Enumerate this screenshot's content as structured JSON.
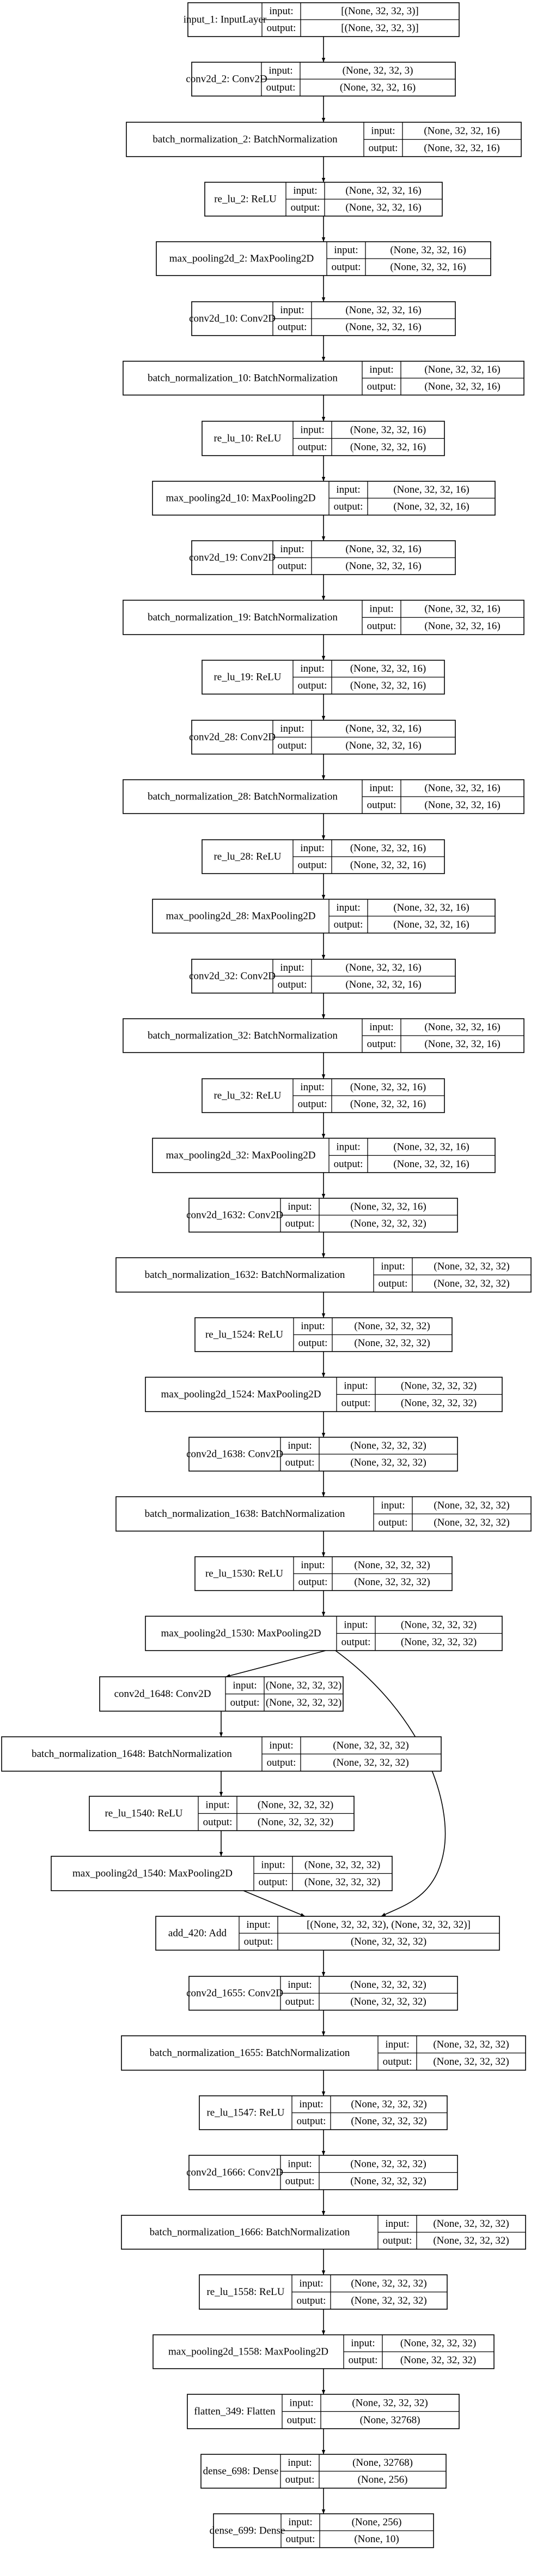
{
  "chart_data": {
    "type": "diagram",
    "nodes": [
      {
        "id": "n0",
        "name": "input_1: InputLayer",
        "input": "[(None, 32, 32, 3)]",
        "output": "[(None, 32, 32, 3)]"
      },
      {
        "id": "n1",
        "name": "conv2d_2: Conv2D",
        "input": "(None, 32, 32, 3)",
        "output": "(None, 32, 32, 16)"
      },
      {
        "id": "n2",
        "name": "batch_normalization_2: BatchNormalization",
        "input": "(None, 32, 32, 16)",
        "output": "(None, 32, 32, 16)"
      },
      {
        "id": "n3",
        "name": "re_lu_2: ReLU",
        "input": "(None, 32, 32, 16)",
        "output": "(None, 32, 32, 16)"
      },
      {
        "id": "n4",
        "name": "max_pooling2d_2: MaxPooling2D",
        "input": "(None, 32, 32, 16)",
        "output": "(None, 32, 32, 16)"
      },
      {
        "id": "n5",
        "name": "conv2d_10: Conv2D",
        "input": "(None, 32, 32, 16)",
        "output": "(None, 32, 32, 16)"
      },
      {
        "id": "n6",
        "name": "batch_normalization_10: BatchNormalization",
        "input": "(None, 32, 32, 16)",
        "output": "(None, 32, 32, 16)"
      },
      {
        "id": "n7",
        "name": "re_lu_10: ReLU",
        "input": "(None, 32, 32, 16)",
        "output": "(None, 32, 32, 16)"
      },
      {
        "id": "n8",
        "name": "max_pooling2d_10: MaxPooling2D",
        "input": "(None, 32, 32, 16)",
        "output": "(None, 32, 32, 16)"
      },
      {
        "id": "n9",
        "name": "conv2d_19: Conv2D",
        "input": "(None, 32, 32, 16)",
        "output": "(None, 32, 32, 16)"
      },
      {
        "id": "n10",
        "name": "batch_normalization_19: BatchNormalization",
        "input": "(None, 32, 32, 16)",
        "output": "(None, 32, 32, 16)"
      },
      {
        "id": "n11",
        "name": "re_lu_19: ReLU",
        "input": "(None, 32, 32, 16)",
        "output": "(None, 32, 32, 16)"
      },
      {
        "id": "n12",
        "name": "conv2d_28: Conv2D",
        "input": "(None, 32, 32, 16)",
        "output": "(None, 32, 32, 16)"
      },
      {
        "id": "n13",
        "name": "batch_normalization_28: BatchNormalization",
        "input": "(None, 32, 32, 16)",
        "output": "(None, 32, 32, 16)"
      },
      {
        "id": "n14",
        "name": "re_lu_28: ReLU",
        "input": "(None, 32, 32, 16)",
        "output": "(None, 32, 32, 16)"
      },
      {
        "id": "n15",
        "name": "max_pooling2d_28: MaxPooling2D",
        "input": "(None, 32, 32, 16)",
        "output": "(None, 32, 32, 16)"
      },
      {
        "id": "n16",
        "name": "conv2d_32: Conv2D",
        "input": "(None, 32, 32, 16)",
        "output": "(None, 32, 32, 16)"
      },
      {
        "id": "n17",
        "name": "batch_normalization_32: BatchNormalization",
        "input": "(None, 32, 32, 16)",
        "output": "(None, 32, 32, 16)"
      },
      {
        "id": "n18",
        "name": "re_lu_32: ReLU",
        "input": "(None, 32, 32, 16)",
        "output": "(None, 32, 32, 16)"
      },
      {
        "id": "n19",
        "name": "max_pooling2d_32: MaxPooling2D",
        "input": "(None, 32, 32, 16)",
        "output": "(None, 32, 32, 16)"
      },
      {
        "id": "n20",
        "name": "conv2d_1632: Conv2D",
        "input": "(None, 32, 32, 16)",
        "output": "(None, 32, 32, 32)"
      },
      {
        "id": "n21",
        "name": "batch_normalization_1632: BatchNormalization",
        "input": "(None, 32, 32, 32)",
        "output": "(None, 32, 32, 32)"
      },
      {
        "id": "n22",
        "name": "re_lu_1524: ReLU",
        "input": "(None, 32, 32, 32)",
        "output": "(None, 32, 32, 32)"
      },
      {
        "id": "n23",
        "name": "max_pooling2d_1524: MaxPooling2D",
        "input": "(None, 32, 32, 32)",
        "output": "(None, 32, 32, 32)"
      },
      {
        "id": "n24",
        "name": "conv2d_1638: Conv2D",
        "input": "(None, 32, 32, 32)",
        "output": "(None, 32, 32, 32)"
      },
      {
        "id": "n25",
        "name": "batch_normalization_1638: BatchNormalization",
        "input": "(None, 32, 32, 32)",
        "output": "(None, 32, 32, 32)"
      },
      {
        "id": "n26",
        "name": "re_lu_1530: ReLU",
        "input": "(None, 32, 32, 32)",
        "output": "(None, 32, 32, 32)"
      },
      {
        "id": "n27",
        "name": "max_pooling2d_1530: MaxPooling2D",
        "input": "(None, 32, 32, 32)",
        "output": "(None, 32, 32, 32)"
      },
      {
        "id": "n28",
        "name": "conv2d_1648: Conv2D",
        "input": "(None, 32, 32, 32)",
        "output": "(None, 32, 32, 32)"
      },
      {
        "id": "n29",
        "name": "batch_normalization_1648: BatchNormalization",
        "input": "(None, 32, 32, 32)",
        "output": "(None, 32, 32, 32)"
      },
      {
        "id": "n30",
        "name": "re_lu_1540: ReLU",
        "input": "(None, 32, 32, 32)",
        "output": "(None, 32, 32, 32)"
      },
      {
        "id": "n31",
        "name": "max_pooling2d_1540: MaxPooling2D",
        "input": "(None, 32, 32, 32)",
        "output": "(None, 32, 32, 32)"
      },
      {
        "id": "n32",
        "name": "add_420: Add",
        "input": "[(None, 32, 32, 32), (None, 32, 32, 32)]",
        "output": "(None, 32, 32, 32)"
      },
      {
        "id": "n33",
        "name": "conv2d_1655: Conv2D",
        "input": "(None, 32, 32, 32)",
        "output": "(None, 32, 32, 32)"
      },
      {
        "id": "n34",
        "name": "batch_normalization_1655: BatchNormalization",
        "input": "(None, 32, 32, 32)",
        "output": "(None, 32, 32, 32)"
      },
      {
        "id": "n35",
        "name": "re_lu_1547: ReLU",
        "input": "(None, 32, 32, 32)",
        "output": "(None, 32, 32, 32)"
      },
      {
        "id": "n36",
        "name": "conv2d_1666: Conv2D",
        "input": "(None, 32, 32, 32)",
        "output": "(None, 32, 32, 32)"
      },
      {
        "id": "n37",
        "name": "batch_normalization_1666: BatchNormalization",
        "input": "(None, 32, 32, 32)",
        "output": "(None, 32, 32, 32)"
      },
      {
        "id": "n38",
        "name": "re_lu_1558: ReLU",
        "input": "(None, 32, 32, 32)",
        "output": "(None, 32, 32, 32)"
      },
      {
        "id": "n39",
        "name": "max_pooling2d_1558: MaxPooling2D",
        "input": "(None, 32, 32, 32)",
        "output": "(None, 32, 32, 32)"
      },
      {
        "id": "n40",
        "name": "flatten_349: Flatten",
        "input": "(None, 32, 32, 32)",
        "output": "(None, 32768)"
      },
      {
        "id": "n41",
        "name": "dense_698: Dense",
        "input": "(None, 32768)",
        "output": "(None, 256)"
      },
      {
        "id": "n42",
        "name": "dense_699: Dense",
        "input": "(None, 256)",
        "output": "(None, 10)"
      }
    ],
    "edges": [
      [
        "n0",
        "n1"
      ],
      [
        "n1",
        "n2"
      ],
      [
        "n2",
        "n3"
      ],
      [
        "n3",
        "n4"
      ],
      [
        "n4",
        "n5"
      ],
      [
        "n5",
        "n6"
      ],
      [
        "n6",
        "n7"
      ],
      [
        "n7",
        "n8"
      ],
      [
        "n8",
        "n9"
      ],
      [
        "n9",
        "n10"
      ],
      [
        "n10",
        "n11"
      ],
      [
        "n11",
        "n12"
      ],
      [
        "n12",
        "n13"
      ],
      [
        "n13",
        "n14"
      ],
      [
        "n14",
        "n15"
      ],
      [
        "n15",
        "n16"
      ],
      [
        "n16",
        "n17"
      ],
      [
        "n17",
        "n18"
      ],
      [
        "n18",
        "n19"
      ],
      [
        "n19",
        "n20"
      ],
      [
        "n20",
        "n21"
      ],
      [
        "n21",
        "n22"
      ],
      [
        "n22",
        "n23"
      ],
      [
        "n23",
        "n24"
      ],
      [
        "n24",
        "n25"
      ],
      [
        "n25",
        "n26"
      ],
      [
        "n26",
        "n27"
      ],
      [
        "n27",
        "n28"
      ],
      [
        "n28",
        "n29"
      ],
      [
        "n29",
        "n30"
      ],
      [
        "n30",
        "n31"
      ],
      [
        "n31",
        "n32"
      ],
      [
        "n27",
        "n32"
      ],
      [
        "n32",
        "n33"
      ],
      [
        "n33",
        "n34"
      ],
      [
        "n34",
        "n35"
      ],
      [
        "n35",
        "n36"
      ],
      [
        "n36",
        "n37"
      ],
      [
        "n37",
        "n38"
      ],
      [
        "n38",
        "n39"
      ],
      [
        "n39",
        "n40"
      ],
      [
        "n40",
        "n41"
      ],
      [
        "n41",
        "n42"
      ]
    ]
  },
  "labels": {
    "input": "input:",
    "output": "output:"
  }
}
